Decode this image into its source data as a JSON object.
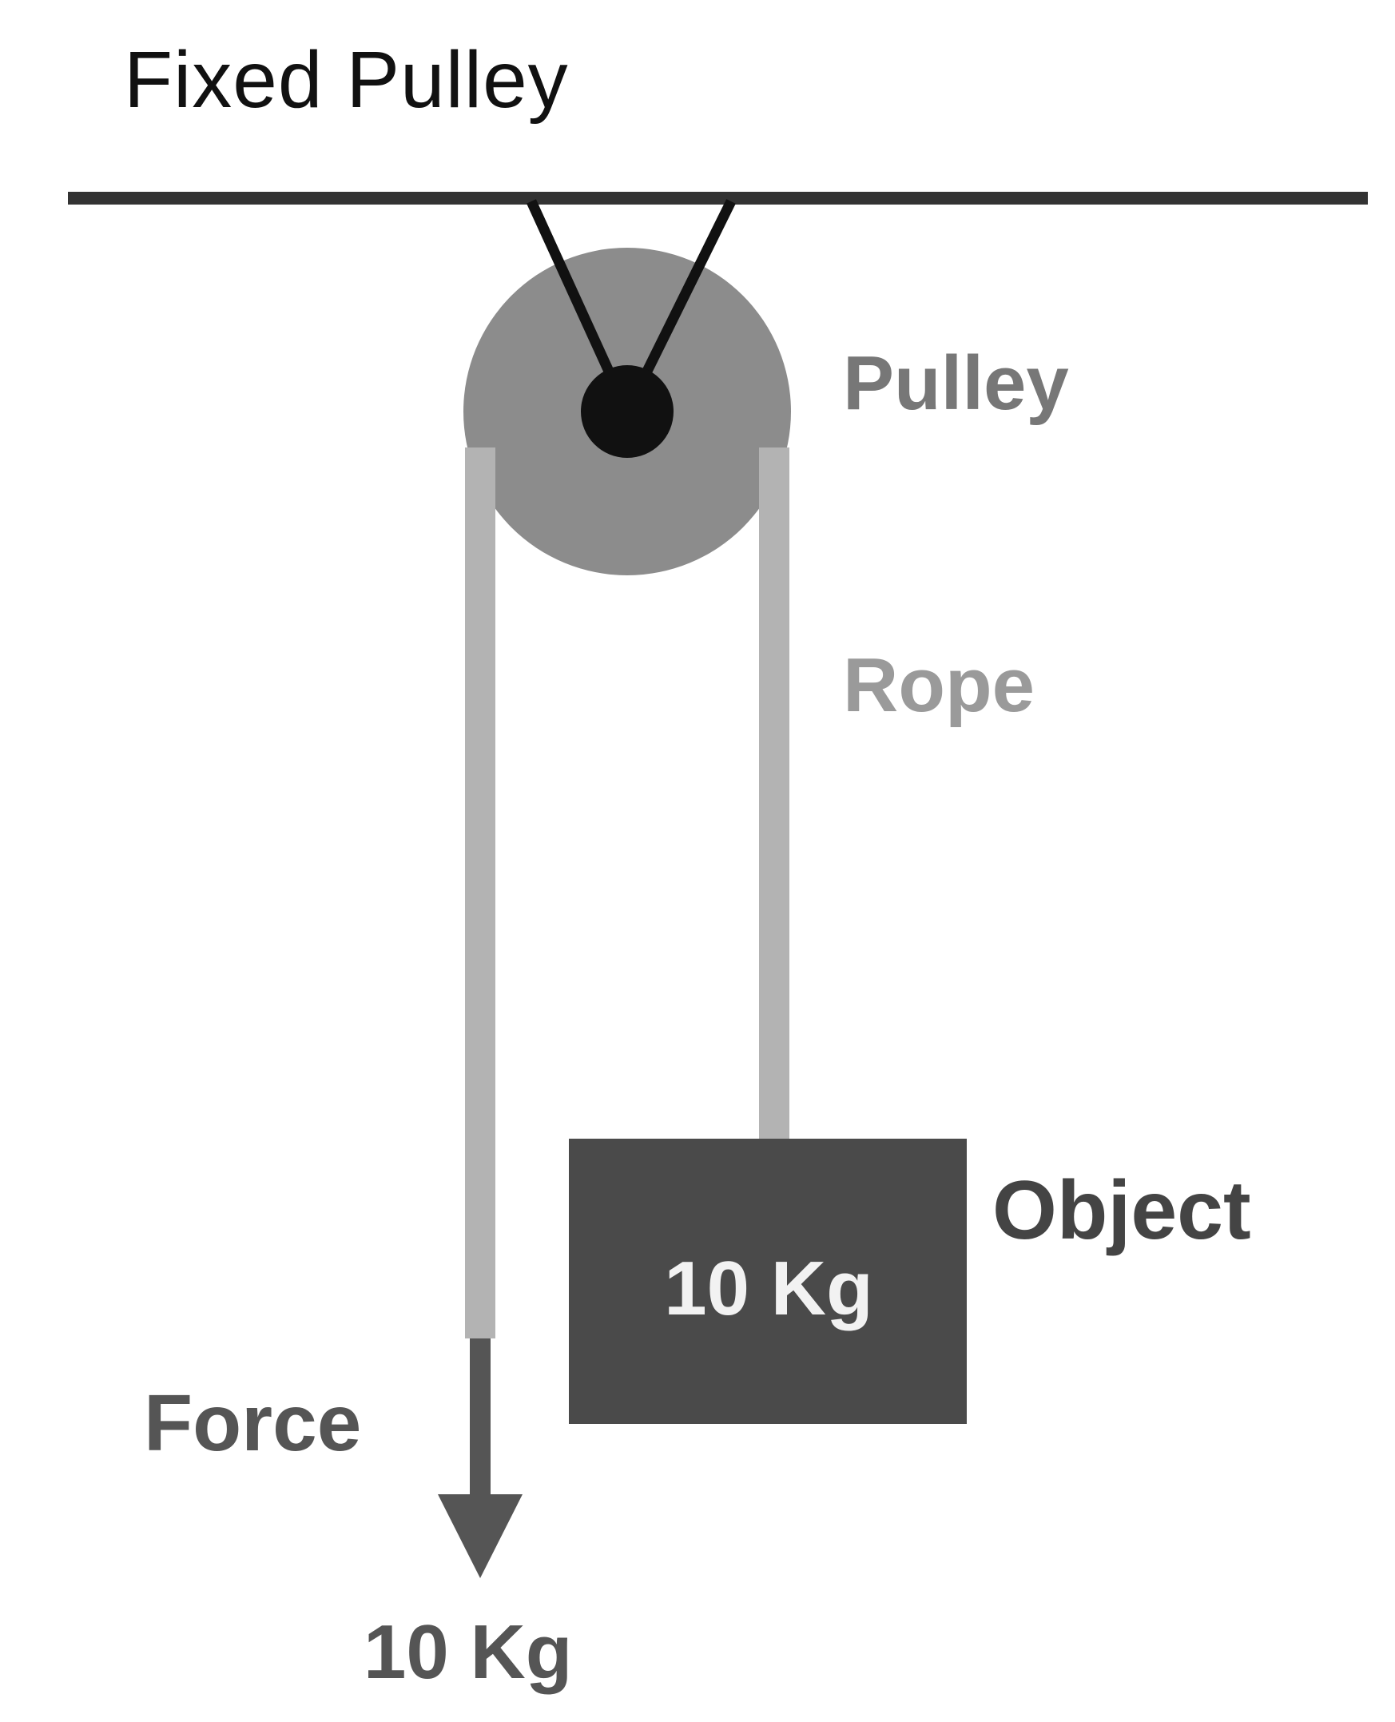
{
  "title": "Fixed Pulley",
  "labels": {
    "pulley": "Pulley",
    "rope": "Rope",
    "object": "Object",
    "force": "Force",
    "object_mass": "10 Kg",
    "force_mass": "10 Kg"
  },
  "colors": {
    "ceiling": "#333333",
    "pulley_wheel": "#8c8c8c",
    "axle": "#111111",
    "rope": "#b3b3b3",
    "object_box": "#4a4a4a",
    "arrow": "#555555",
    "label_text": "#444444",
    "rope_label": "#9a9a9a"
  }
}
